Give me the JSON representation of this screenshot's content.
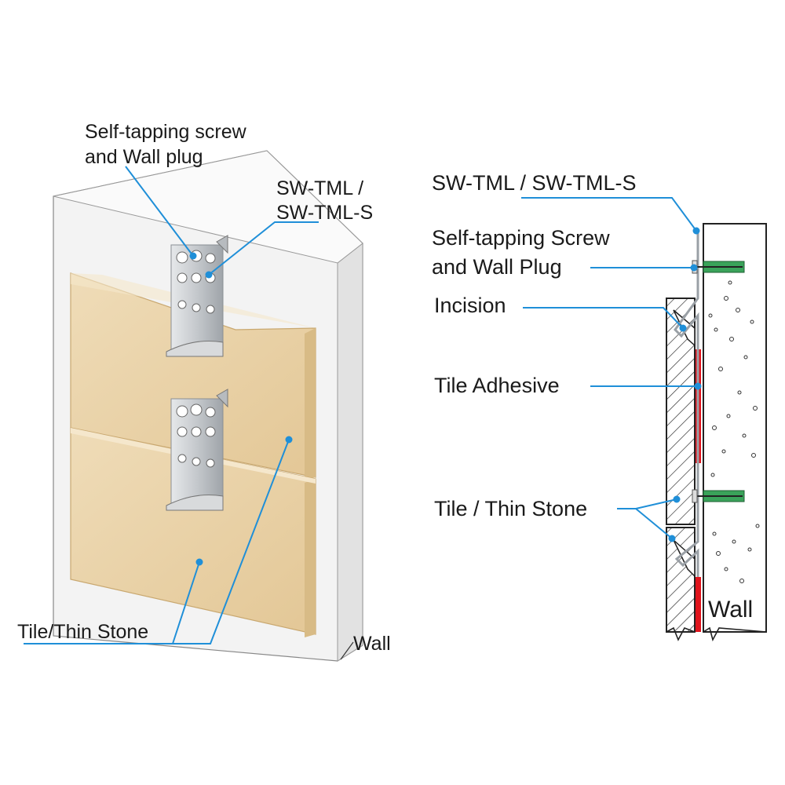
{
  "left_panel": {
    "screw_label_line1": "Self-tapping screw",
    "screw_label_line2": "and Wall plug",
    "clip_label_line1": "SW-TML /",
    "clip_label_line2": "SW-TML-S",
    "tile_label": "Tile/Thin Stone",
    "wall_label": "Wall"
  },
  "right_panel": {
    "clip_label": "SW-TML / SW-TML-S",
    "screw_label_line1": "Self-tapping Screw",
    "screw_label_line2": "and Wall Plug",
    "incision_label": "Incision",
    "adhesive_label": "Tile Adhesive",
    "tile_label": "Tile / Thin Stone",
    "wall_label": "Wall"
  },
  "colors": {
    "leader": "#1f8fd8",
    "tile": "#e9d1a6",
    "adhesive": "#e0141c",
    "wall_plug": "#3aa35a",
    "clip_metal": "#c9ccd0"
  }
}
